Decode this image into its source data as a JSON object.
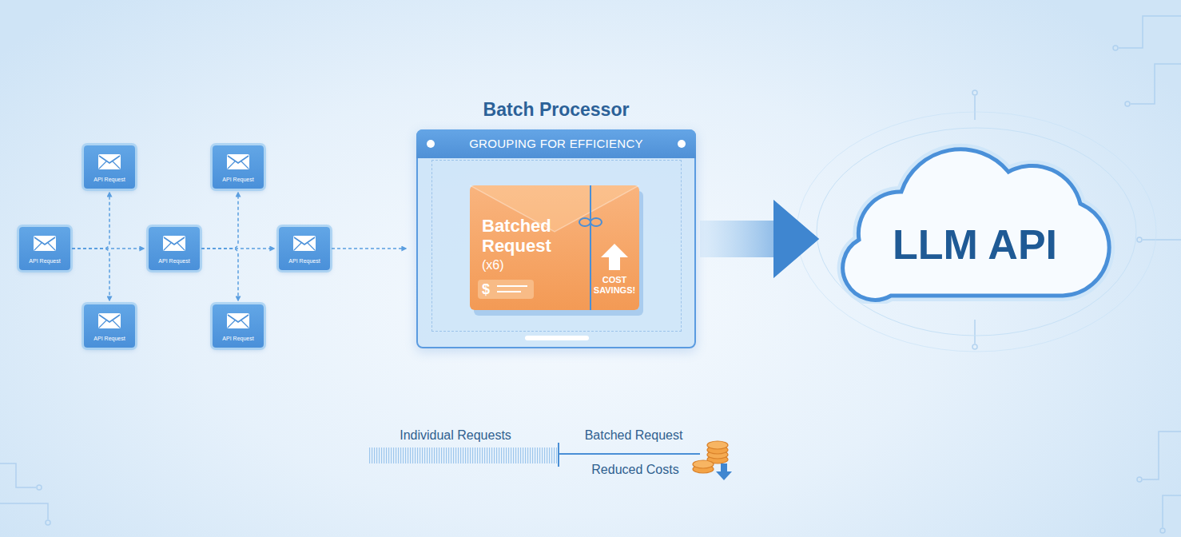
{
  "diagram": {
    "nodes": [
      {
        "text": [
          "API Request"
        ]
      },
      {
        "text": [
          "API Request"
        ]
      },
      {
        "text": [
          "API Request"
        ]
      },
      {
        "text": [
          "API Request"
        ]
      },
      {
        "text": [
          "API Request"
        ]
      },
      {
        "text": [
          "API Request"
        ]
      },
      {
        "text": [
          "API Request"
        ]
      },
      {
        "text": [
          "Batch Processor",
          "GROUPING FOR EFFICIENCY"
        ]
      },
      {
        "text": [
          "Batched Request",
          "(x6)",
          "$",
          "COST SAVINGS!"
        ],
        "in": 7
      },
      {
        "text": [
          "LLM API"
        ]
      }
    ],
    "edges": [
      {
        "from": 0,
        "to": 2,
        "arrow": "to"
      },
      {
        "from": 0,
        "to": 1,
        "arrow": "to"
      },
      {
        "from": 0,
        "to": 3,
        "arrow": "to"
      },
      {
        "from": 2,
        "to": 5,
        "arrow": "to"
      },
      {
        "from": 2,
        "to": 4,
        "arrow": "to"
      },
      {
        "from": 2,
        "to": 6,
        "arrow": "to"
      },
      {
        "from": 5,
        "to": 7,
        "arrow": "to"
      },
      {
        "from": 7,
        "to": 9,
        "arrow": "to"
      }
    ],
    "labels": [
      "Individual Requests",
      "Batched Request",
      "Reduced Costs"
    ]
  }
}
